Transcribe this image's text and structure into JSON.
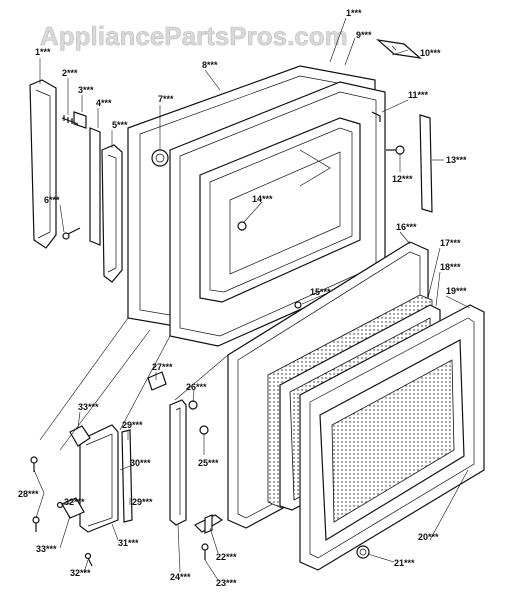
{
  "watermark": "AppliancePartsPros.com",
  "labels": [
    {
      "id": "c1",
      "text": "1***"
    },
    {
      "id": "c1b",
      "text": "1***"
    },
    {
      "id": "c2",
      "text": "2***"
    },
    {
      "id": "c3",
      "text": "3***"
    },
    {
      "id": "c4",
      "text": "4***"
    },
    {
      "id": "c5",
      "text": "5***"
    },
    {
      "id": "c6",
      "text": "6***"
    },
    {
      "id": "c7",
      "text": "7***"
    },
    {
      "id": "c8",
      "text": "8***"
    },
    {
      "id": "c9",
      "text": "9***"
    },
    {
      "id": "c10",
      "text": "10***"
    },
    {
      "id": "c11",
      "text": "11***"
    },
    {
      "id": "c12",
      "text": "12***"
    },
    {
      "id": "c13",
      "text": "13***"
    },
    {
      "id": "c14",
      "text": "14***"
    },
    {
      "id": "c15",
      "text": "15***"
    },
    {
      "id": "c16",
      "text": "16***"
    },
    {
      "id": "c17",
      "text": "17***"
    },
    {
      "id": "c18",
      "text": "18***"
    },
    {
      "id": "c19",
      "text": "19***"
    },
    {
      "id": "c20",
      "text": "20***"
    },
    {
      "id": "c21",
      "text": "21***"
    },
    {
      "id": "c22",
      "text": "22***"
    },
    {
      "id": "c23",
      "text": "23***"
    },
    {
      "id": "c24",
      "text": "24***"
    },
    {
      "id": "c25",
      "text": "25***"
    },
    {
      "id": "c26",
      "text": "26***"
    },
    {
      "id": "c27",
      "text": "27***"
    },
    {
      "id": "c28",
      "text": "28***"
    },
    {
      "id": "c29a",
      "text": "29***"
    },
    {
      "id": "c29b",
      "text": "29***"
    },
    {
      "id": "c30",
      "text": "30***"
    },
    {
      "id": "c31",
      "text": "31***"
    },
    {
      "id": "c32a",
      "text": "32***"
    },
    {
      "id": "c32b",
      "text": "32***"
    },
    {
      "id": "c33a",
      "text": "33***"
    },
    {
      "id": "c33b",
      "text": "33***"
    }
  ]
}
